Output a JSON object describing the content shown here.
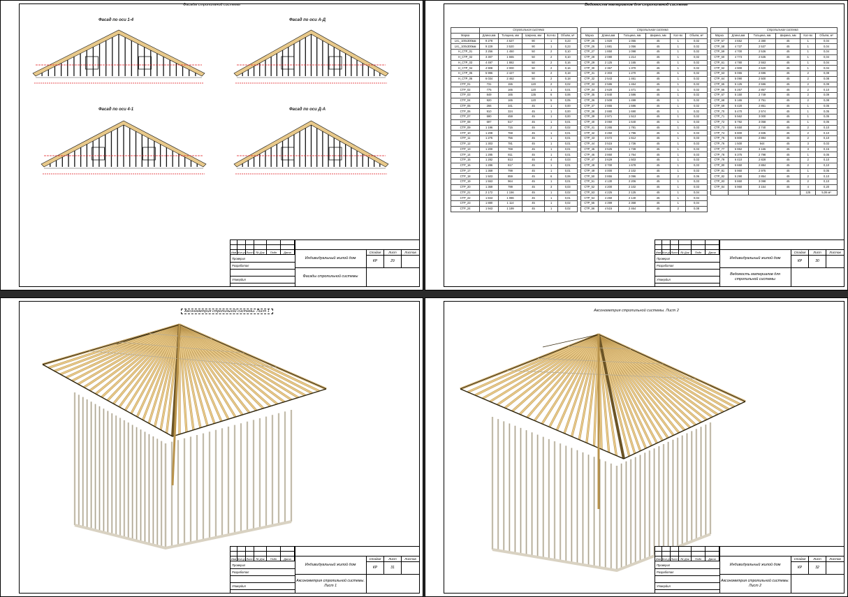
{
  "sheet1": {
    "title": "Фасады стропильной системы",
    "facades": [
      {
        "label": "Фасад по оси 1-4"
      },
      {
        "label": "Фасад по оси А-Д"
      },
      {
        "label": "Фасад по оси 4-1"
      },
      {
        "label": "Фасад по оси Д-А"
      }
    ],
    "stamp": {
      "header_cells": [
        "Изм",
        "Кол.уч",
        "Лист",
        "№ Док",
        "Подп",
        "Дата"
      ],
      "signers": [
        "Проверил",
        "Разработал",
        "",
        "Утвердил"
      ],
      "project": "Индивидуальный жилой дом",
      "drawing": "Фасады стропильной системы",
      "meta_headers": [
        "Стадия",
        "Лист",
        "Листов"
      ],
      "meta_values": [
        "КР",
        "29",
        ""
      ]
    }
  },
  "sheet2": {
    "title": "Ведомость материалов для стропильной системы",
    "group_label": "Стропильная система",
    "columns": [
      "Марка",
      "Длина,мм",
      "Толщина, мм",
      "Ширина, мм",
      "Кол-во",
      "Объём, м³"
    ],
    "table1": [
      [
        "LVL_100x300мм",
        "9 278",
        "4 627",
        "90",
        "1",
        "0,23"
      ],
      [
        "LVL_100x300мм",
        "9 229",
        "3 520",
        "90",
        "1",
        "0,23"
      ],
      [
        "Н_СТР_01",
        "3 256",
        "1 450",
        "50",
        "2",
        "0,10"
      ],
      [
        "Н_СТР_02",
        "3 307",
        "1 655",
        "50",
        "2",
        "0,10"
      ],
      [
        "Н_СТР_03",
        "4 497",
        "1 882",
        "50",
        "2",
        "0,16"
      ],
      [
        "Н_СТР_04",
        "4 908",
        "2 000",
        "50",
        "2",
        "0,16"
      ],
      [
        "Н_СТР_05",
        "5 996",
        "2 427",
        "50",
        "2",
        "0,18"
      ],
      [
        "Н_СТР_06",
        "6 034",
        "2 462",
        "50",
        "2",
        "0,18"
      ],
      [
        "СТР_01",
        "731",
        "155",
        "120",
        "2",
        "0,02"
      ],
      [
        "СТР_02",
        "775",
        "165",
        "120",
        "1",
        "0,01"
      ],
      [
        "СТР_03",
        "849",
        "165",
        "135",
        "6",
        "0,06"
      ],
      [
        "СТР_04",
        "920",
        "165",
        "120",
        "5",
        "0,05"
      ],
      [
        "СТР_05",
        "266",
        "341",
        "45",
        "1",
        "0,00"
      ],
      [
        "СТР_06",
        "910",
        "324",
        "45",
        "1",
        "0,00"
      ],
      [
        "СТР_07",
        "590",
        "459",
        "45",
        "1",
        "0,00"
      ],
      [
        "СТР_08",
        "697",
        "517",
        "45",
        "1",
        "0,01"
      ],
      [
        "СТР_09",
        "1 196",
        "715",
        "45",
        "2",
        "0,02"
      ],
      [
        "СТР_10",
        "1 208",
        "768",
        "45",
        "1",
        "0,01"
      ],
      [
        "СТР_11",
        "1 275",
        "756",
        "45",
        "1",
        "0,01"
      ],
      [
        "СТР_12",
        "1 303",
        "781",
        "45",
        "1",
        "0,01"
      ],
      [
        "СТР_13",
        "1 200",
        "769",
        "45",
        "1",
        "0,01"
      ],
      [
        "СТР_14",
        "1 285",
        "811",
        "45",
        "1",
        "0,01"
      ],
      [
        "СТР_15",
        "1 282",
        "813",
        "45",
        "4",
        "0,03"
      ],
      [
        "СТР_16",
        "1 286",
        "817",
        "45",
        "1",
        "0,01"
      ],
      [
        "СТР_17",
        "1 369",
        "799",
        "45",
        "1",
        "0,01"
      ],
      [
        "СТР_18",
        "1 503",
        "859",
        "45",
        "6",
        "0,06"
      ],
      [
        "СТР_19",
        "1 553",
        "964",
        "45",
        "1",
        "0,01"
      ],
      [
        "СТР_20",
        "1 369",
        "799",
        "45",
        "3",
        "0,03"
      ],
      [
        "СТР_21",
        "2 172",
        "1 156",
        "45",
        "1",
        "0,02"
      ],
      [
        "СТР_22",
        "1 843",
        "1 086",
        "45",
        "1",
        "0,01"
      ],
      [
        "СТР_23",
        "1 880",
        "1 114",
        "45",
        "1",
        "0,02"
      ],
      [
        "СТР_24",
        "1 943",
        "1 199",
        "45",
        "1",
        "0,02"
      ]
    ],
    "table2": [
      [
        "СТР_25",
        "1 920",
        "1 055",
        "45",
        "1",
        "0,02"
      ],
      [
        "СТР_26",
        "1 881",
        "1 056",
        "45",
        "1",
        "0,02"
      ],
      [
        "СТР_27",
        "1 850",
        "1 098",
        "45",
        "1",
        "0,02"
      ],
      [
        "СТР_28",
        "2 080",
        "1 214",
        "45",
        "1",
        "0,02"
      ],
      [
        "СТР_29",
        "2 125",
        "1 165",
        "45",
        "1",
        "0,02"
      ],
      [
        "СТР_30",
        "2 367",
        "1 370",
        "45",
        "1",
        "0,02"
      ],
      [
        "СТР_31",
        "2 303",
        "1 270",
        "45",
        "1",
        "0,02"
      ],
      [
        "СТР_32",
        "2 543",
        "1 461",
        "45",
        "1",
        "0,02"
      ],
      [
        "СТР_33",
        "2 586",
        "1 464",
        "45",
        "1",
        "0,02"
      ],
      [
        "СТР_34",
        "2 620",
        "1 471",
        "45",
        "1",
        "0,02"
      ],
      [
        "СТР_35",
        "2 840",
        "1 596",
        "45",
        "1",
        "0,02"
      ],
      [
        "СТР_36",
        "2 508",
        "1 499",
        "45",
        "1",
        "0,02"
      ],
      [
        "СТР_37",
        "2 865",
        "1 596",
        "45",
        "1",
        "0,02"
      ],
      [
        "СТР_38",
        "2 880",
        "1 690",
        "45",
        "1",
        "0,02"
      ],
      [
        "СТР_39",
        "2 971",
        "1 513",
        "45",
        "1",
        "0,02"
      ],
      [
        "СТР_40",
        "3 060",
        "1 640",
        "45",
        "1",
        "0,03"
      ],
      [
        "СТР_41",
        "3 265",
        "1 781",
        "45",
        "1",
        "0,03"
      ],
      [
        "СТР_42",
        "3 250",
        "1 796",
        "45",
        "1",
        "0,03"
      ],
      [
        "СТР_43",
        "3 672",
        "1 612",
        "45",
        "1",
        "0,03"
      ],
      [
        "СТР_44",
        "3 515",
        "1 736",
        "45",
        "1",
        "0,03"
      ],
      [
        "СТР_45",
        "3 525",
        "1 739",
        "45",
        "1",
        "0,03"
      ],
      [
        "СТР_46",
        "3 860",
        "1 764",
        "45",
        "1",
        "0,03"
      ],
      [
        "СТР_47",
        "3 629",
        "1 503",
        "45",
        "1",
        "0,03"
      ],
      [
        "СТР_48",
        "3 700",
        "1 678",
        "45",
        "1",
        "0,03"
      ],
      [
        "СТР_49",
        "4 000",
        "2 102",
        "45",
        "1",
        "0,03"
      ],
      [
        "СТР_50",
        "3 855",
        "2 096",
        "45",
        "2",
        "0,06"
      ],
      [
        "СТР_51",
        "4 130",
        "2 206",
        "45",
        "1",
        "0,03"
      ],
      [
        "СТР_52",
        "4 200",
        "2 102",
        "45",
        "1",
        "0,03"
      ],
      [
        "СТР_53",
        "4 225",
        "2 125",
        "45",
        "1",
        "0,04"
      ],
      [
        "СТР_54",
        "4 260",
        "2 140",
        "45",
        "1",
        "0,04"
      ],
      [
        "СТР_55",
        "4 399",
        "2 368",
        "45",
        "1",
        "0,04"
      ],
      [
        "СТР_56",
        "4 515",
        "2 464",
        "45",
        "2",
        "0,08"
      ]
    ],
    "table3": [
      [
        "СТР_57",
        "4 652",
        "2 380",
        "45",
        "1",
        "0,04"
      ],
      [
        "СТР_58",
        "4 737",
        "2 537",
        "45",
        "1",
        "0,04"
      ],
      [
        "СТР_59",
        "4 700",
        "2 536",
        "45",
        "1",
        "0,04"
      ],
      [
        "СТР_60",
        "4 773",
        "2 535",
        "45",
        "1",
        "0,04"
      ],
      [
        "СТР_61",
        "4 780",
        "2 553",
        "45",
        "1",
        "0,04"
      ],
      [
        "СТР_62",
        "4 900",
        "2 620",
        "45",
        "1",
        "0,04"
      ],
      [
        "СТР_63",
        "5 065",
        "2 696",
        "45",
        "2",
        "0,08"
      ],
      [
        "СТР_64",
        "5 090",
        "2 500",
        "45",
        "2",
        "0,08"
      ],
      [
        "СТР_65",
        "5 125",
        "2 596",
        "45",
        "2",
        "0,09"
      ],
      [
        "СТР_66",
        "5 257",
        "2 857",
        "45",
        "2",
        "0,10"
      ],
      [
        "СТР_67",
        "5 150",
        "2 749",
        "45",
        "2",
        "0,09"
      ],
      [
        "СТР_68",
        "5 165",
        "2 751",
        "45",
        "2",
        "0,08"
      ],
      [
        "СТР_69",
        "5 420",
        "2 851",
        "45",
        "1",
        "0,05"
      ],
      [
        "СТР_70",
        "5 470",
        "2 574",
        "45",
        "1",
        "0,05"
      ],
      [
        "СТР_71",
        "5 562",
        "3 000",
        "45",
        "1",
        "0,05"
      ],
      [
        "СТР_72",
        "5 792",
        "3 058",
        "45",
        "1",
        "0,05"
      ],
      [
        "СТР_73",
        "5 650",
        "2 740",
        "45",
        "2",
        "0,10"
      ],
      [
        "СТР_74",
        "5 800",
        "2 835",
        "45",
        "2",
        "0,10"
      ],
      [
        "СТР_75",
        "5 800",
        "2 884",
        "45",
        "2",
        "0,10"
      ],
      [
        "СТР_76",
        "1 500",
        "944",
        "45",
        "3",
        "0,03"
      ],
      [
        "СТР_77",
        "5 952",
        "3 165",
        "45",
        "3",
        "0,15"
      ],
      [
        "СТР_78",
        "5 375",
        "2 798",
        "45",
        "1",
        "0,05"
      ],
      [
        "СТР_79",
        "6 410",
        "2 828",
        "45",
        "2",
        "0,10"
      ],
      [
        "СТР_80",
        "5 650",
        "2 884",
        "45",
        "2",
        "0,10"
      ],
      [
        "СТР_81",
        "5 960",
        "2 975",
        "45",
        "1",
        "0,05"
      ],
      [
        "СТР_82",
        "5 290",
        "2 854",
        "45",
        "2",
        "0,10"
      ],
      [
        "СТР_83",
        "5 860",
        "3 098",
        "45",
        "2",
        "0,10"
      ],
      [
        "СТР_84",
        "5 960",
        "3 154",
        "45",
        "4",
        "0,20"
      ],
      [
        "",
        "",
        "",
        "",
        "125",
        "5,06 м³"
      ]
    ],
    "stamp": {
      "header_cells": [
        "Изм",
        "Кол.уч",
        "Лист",
        "№ Док",
        "Подп",
        "Дата"
      ],
      "signers": [
        "Проверил",
        "Разработал",
        "",
        "Утвердил"
      ],
      "project": "Индивидуальный жилой дом",
      "drawing": "Ведомость материалов для стропильной системы",
      "meta_headers": [
        "Стадия",
        "Лист",
        "Листов"
      ],
      "meta_values": [
        "КР",
        "30",
        ""
      ]
    }
  },
  "sheet3": {
    "title": "Аксонометрия стропильной системы. Лист 1",
    "stamp": {
      "header_cells": [
        "Изм",
        "Кол.уч",
        "Лист",
        "№ Док",
        "Подп",
        "Дата"
      ],
      "signers": [
        "Проверил",
        "Разработал",
        "",
        "Утвердил"
      ],
      "project": "Индивидуальный жилой дом",
      "drawing": "Аксонометрия стропильной системы. Лист 1",
      "meta_headers": [
        "Стадия",
        "Лист",
        "Листов"
      ],
      "meta_values": [
        "КР",
        "31",
        ""
      ]
    }
  },
  "sheet4": {
    "title": "Аксонометрия стропильной системы. Лист 2",
    "stamp": {
      "header_cells": [
        "Изм",
        "Кол.уч",
        "Лист",
        "№ Док",
        "Подп",
        "Дата"
      ],
      "signers": [
        "Проверил",
        "Разработал",
        "",
        "Утвердил"
      ],
      "project": "Индивидуальный жилой дом",
      "drawing": "Аксонометрия стропильной системы. Лист 2",
      "meta_headers": [
        "Стадия",
        "Лист",
        "Листов"
      ],
      "meta_values": [
        "КР",
        "32",
        ""
      ]
    }
  },
  "colors": {
    "timber": "#e8c98a",
    "timber_dark": "#b8924a",
    "frame": "#d9d2c2",
    "dimension": "#e0161b"
  }
}
